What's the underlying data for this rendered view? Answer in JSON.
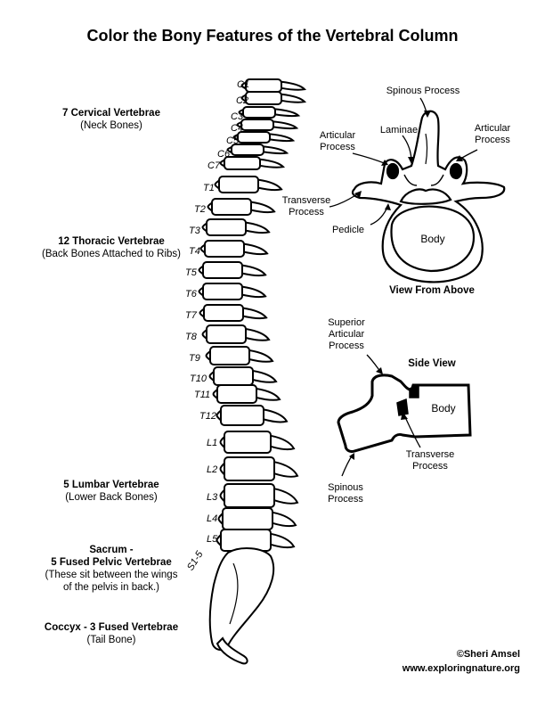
{
  "title": "Color the Bony Features of the Vertebral Column",
  "groups": {
    "cervical": {
      "name": "7 Cervical Vertebrae",
      "desc": "(Neck Bones)"
    },
    "thoracic": {
      "name": "12 Thoracic Vertebrae",
      "desc": "(Back Bones Attached to Ribs)"
    },
    "lumbar": {
      "name": "5 Lumbar Vertebrae",
      "desc": "(Lower Back Bones)"
    },
    "sacrum": {
      "name1": "Sacrum -",
      "name2": "5 Fused Pelvic Vertebrae",
      "desc1": "(These sit between the wings",
      "desc2": "of the pelvis in back.)"
    },
    "coccyx": {
      "name": "Coccyx - 3 Fused Vertebrae",
      "desc": "(Tail Bone)"
    }
  },
  "vertebra_labels": [
    "C1",
    "C2",
    "C3",
    "C4",
    "C5",
    "C6",
    "C7",
    "T1",
    "T2",
    "T3",
    "T4",
    "T5",
    "T6",
    "T7",
    "T8",
    "T9",
    "T10",
    "T11",
    "T12",
    "L1",
    "L2",
    "L3",
    "L4",
    "L5",
    "S1-5"
  ],
  "top_view": {
    "spinous": "Spinous Process",
    "laminae": "Laminae",
    "articular_left": [
      "Articular",
      "Process"
    ],
    "articular_right": [
      "Articular",
      "Process"
    ],
    "transverse": [
      "Transverse",
      "Process"
    ],
    "pedicle": "Pedicle",
    "body": "Body",
    "caption": "View From Above"
  },
  "side_view": {
    "caption": "Side View",
    "superior": [
      "Superior",
      "Articular",
      "Process"
    ],
    "body": "Body",
    "transverse": [
      "Transverse",
      "Process"
    ],
    "spinous": [
      "Spinous",
      "Process"
    ]
  },
  "credit": {
    "line1": "©Sheri Amsel",
    "line2": "www.exploringnature.org"
  }
}
